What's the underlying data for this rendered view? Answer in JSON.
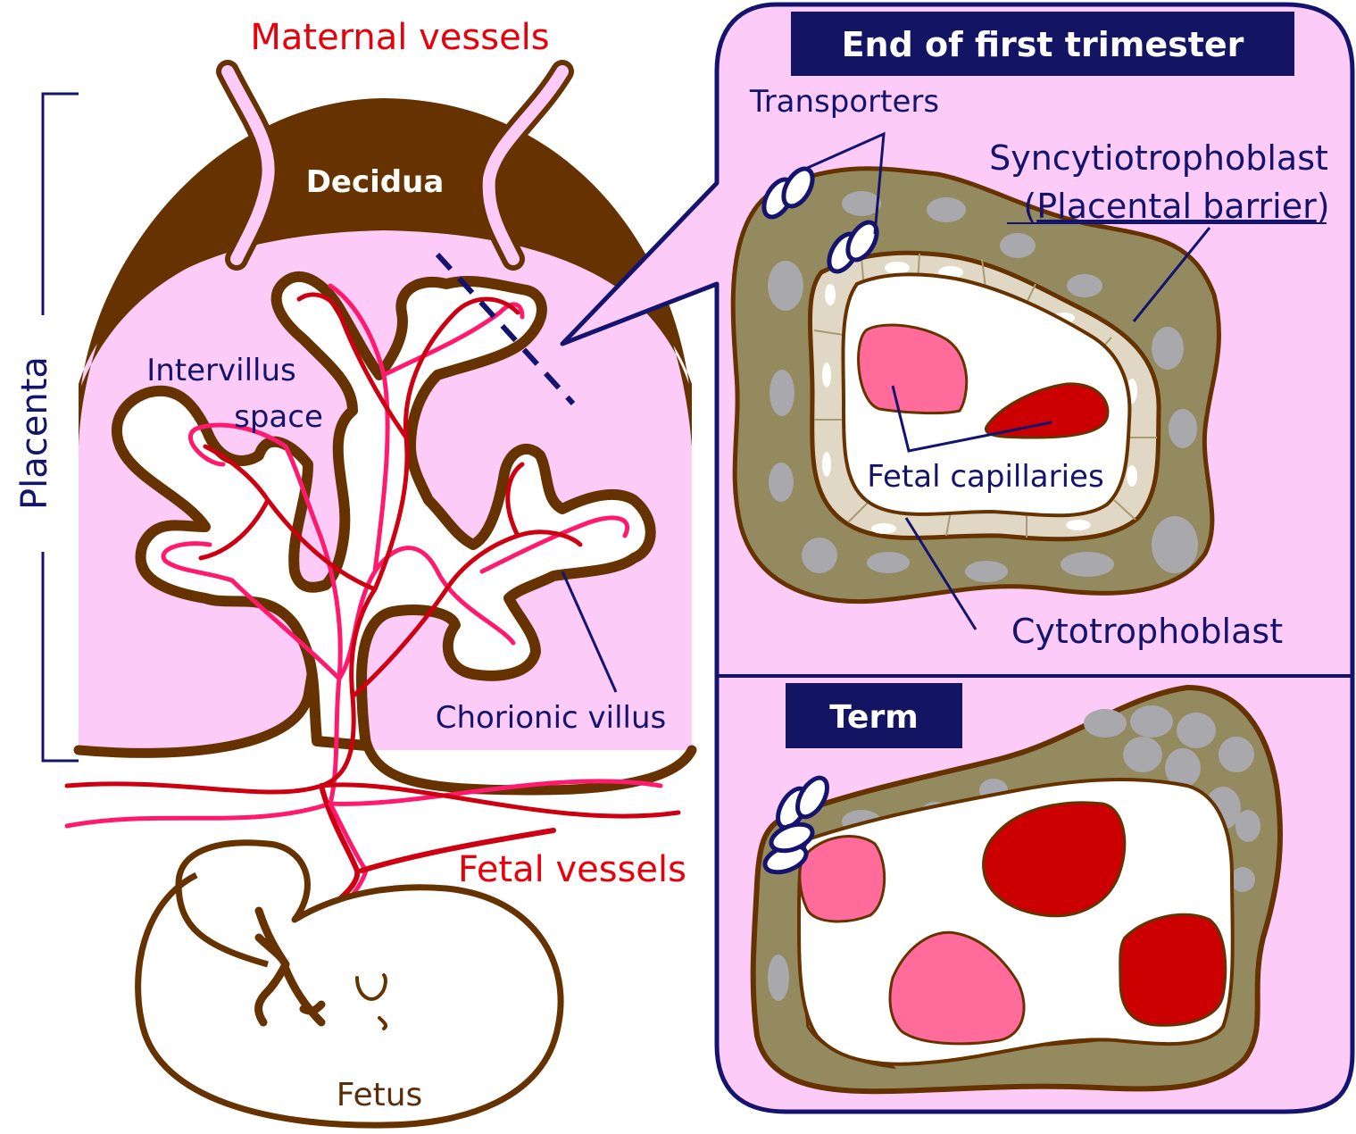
{
  "labels": {
    "maternal_vessels": "Maternal vessels",
    "decidua": "Decidua",
    "placenta": "Placenta",
    "intervillus_line1": "Intervillus",
    "intervillus_line2": "space",
    "chorionic_villus": "Chorionic villus",
    "fetal_vessels": "Fetal vessels",
    "fetus": "Fetus",
    "first_trimester_title": "End of first trimester",
    "transporters": "Transporters",
    "syncytiotrophoblast": "Syncytiotrophoblast",
    "placental_barrier_open": "(",
    "placental_barrier": "Placental barrier",
    "placental_barrier_close": ")",
    "fetal_capillaries": "Fetal capillaries",
    "cytotrophoblast": "Cytotrophoblast",
    "term_title": "Term"
  },
  "colors": {
    "label_red": "#e8000b",
    "label_navy": "#14146e",
    "label_brown": "#5a2e0a",
    "decidua_brown": "#663300",
    "placenta_pink": "#fccbf8",
    "vessel_red": "#cc0010",
    "vessel_pink": "#ff1a6e",
    "syncytio_olive": "#948a5f",
    "cyto_beige": "#e0d8c4",
    "nucleus_grey": "#a8a8ad",
    "capillary_pink": "#ff6b9b",
    "capillary_red": "#cc0000",
    "title_bg": "#141464"
  }
}
